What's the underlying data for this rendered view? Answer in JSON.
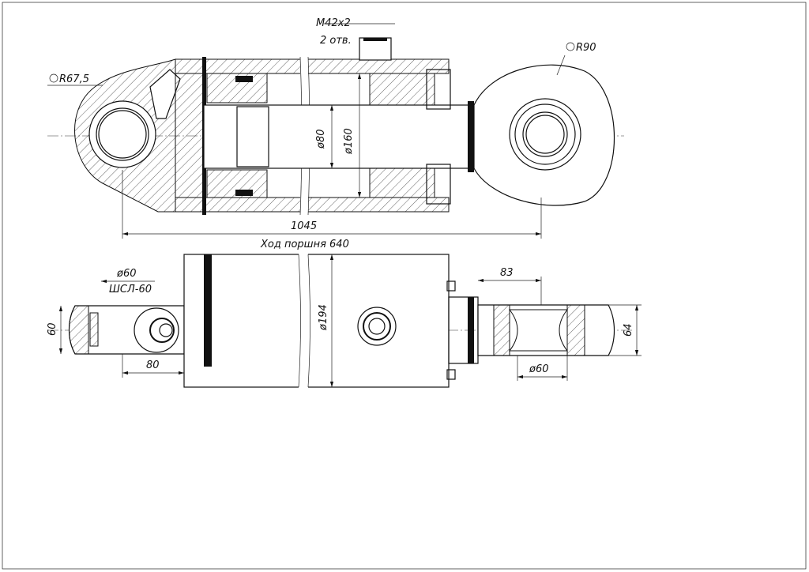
{
  "title_view": {
    "thread_label": "M42x2",
    "holes_label": "2 отв.",
    "radius_left": "R67,5",
    "radius_right": "R90",
    "rod_diameter": "ø80",
    "bore_diameter": "ø160",
    "overall_length": "1045",
    "stroke_label": "Ход поршня 640"
  },
  "bottom_view": {
    "pin_diameter_left": "ø60",
    "bearing_label": "ШСЛ-60",
    "lug_thickness_left": "60",
    "lug_offset_left": "80",
    "body_diameter": "ø194",
    "eye_width_right": "83",
    "eye_thickness_right": "64",
    "pin_diameter_right": "ø60"
  }
}
